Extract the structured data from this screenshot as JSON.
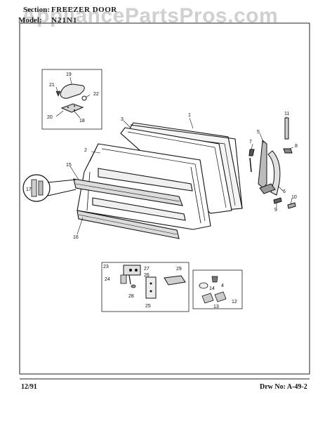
{
  "header": {
    "section_label": "Section:",
    "section_value": "FREEZER DOOR",
    "model_label": "Model:",
    "model_value": "N21N1"
  },
  "watermark": "AppliancePartsPros.com",
  "footer": {
    "date": "12/91",
    "drawing_no": "Drw No: A-49-2"
  },
  "part_numbers": {
    "p1": "1",
    "p2": "2",
    "p3": "3",
    "p4": "4",
    "p5": "5",
    "p6": "6",
    "p7": "7",
    "p8": "8",
    "p9": "9",
    "p10": "10",
    "p11": "11",
    "p12": "12",
    "p13": "13",
    "p14": "14",
    "p15": "15",
    "p16": "16",
    "p17": "17",
    "p18": "18",
    "p19": "19",
    "p20": "20",
    "p21": "21",
    "p22": "22",
    "p23": "23",
    "p24": "24",
    "p25": "25",
    "p26": "26",
    "p27": "27",
    "p28": "28",
    "p29": "29"
  }
}
